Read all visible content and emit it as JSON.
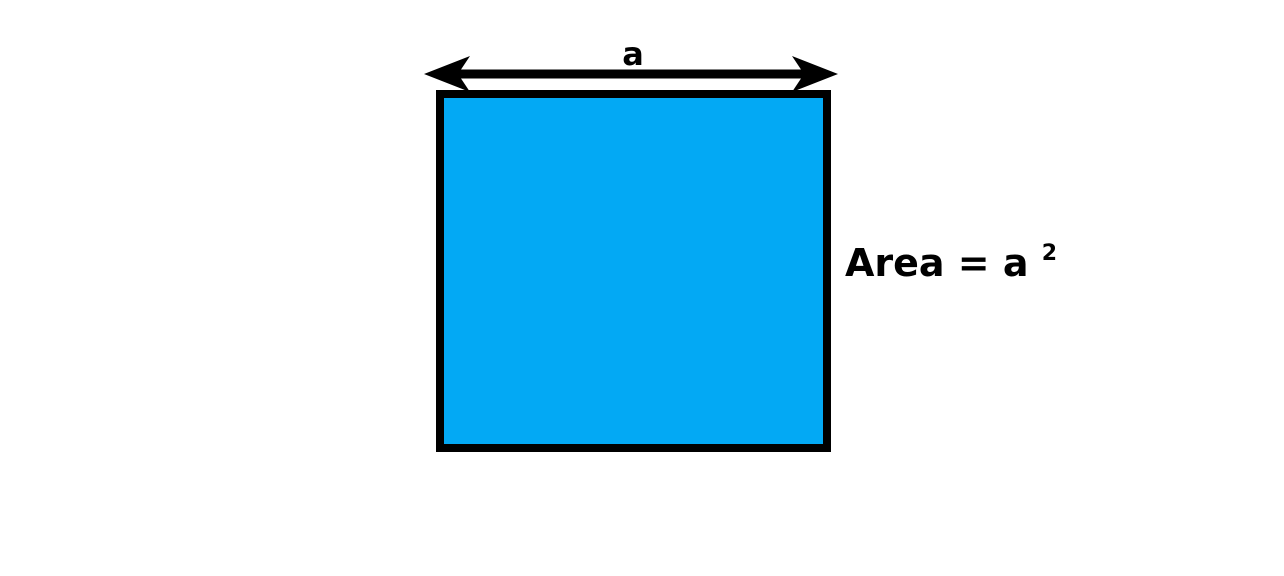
{
  "diagram": {
    "side_label": "a",
    "area_text": "Area = a",
    "area_exponent": "2",
    "square_fill": "#03A9F4",
    "stroke_color": "#000000"
  }
}
